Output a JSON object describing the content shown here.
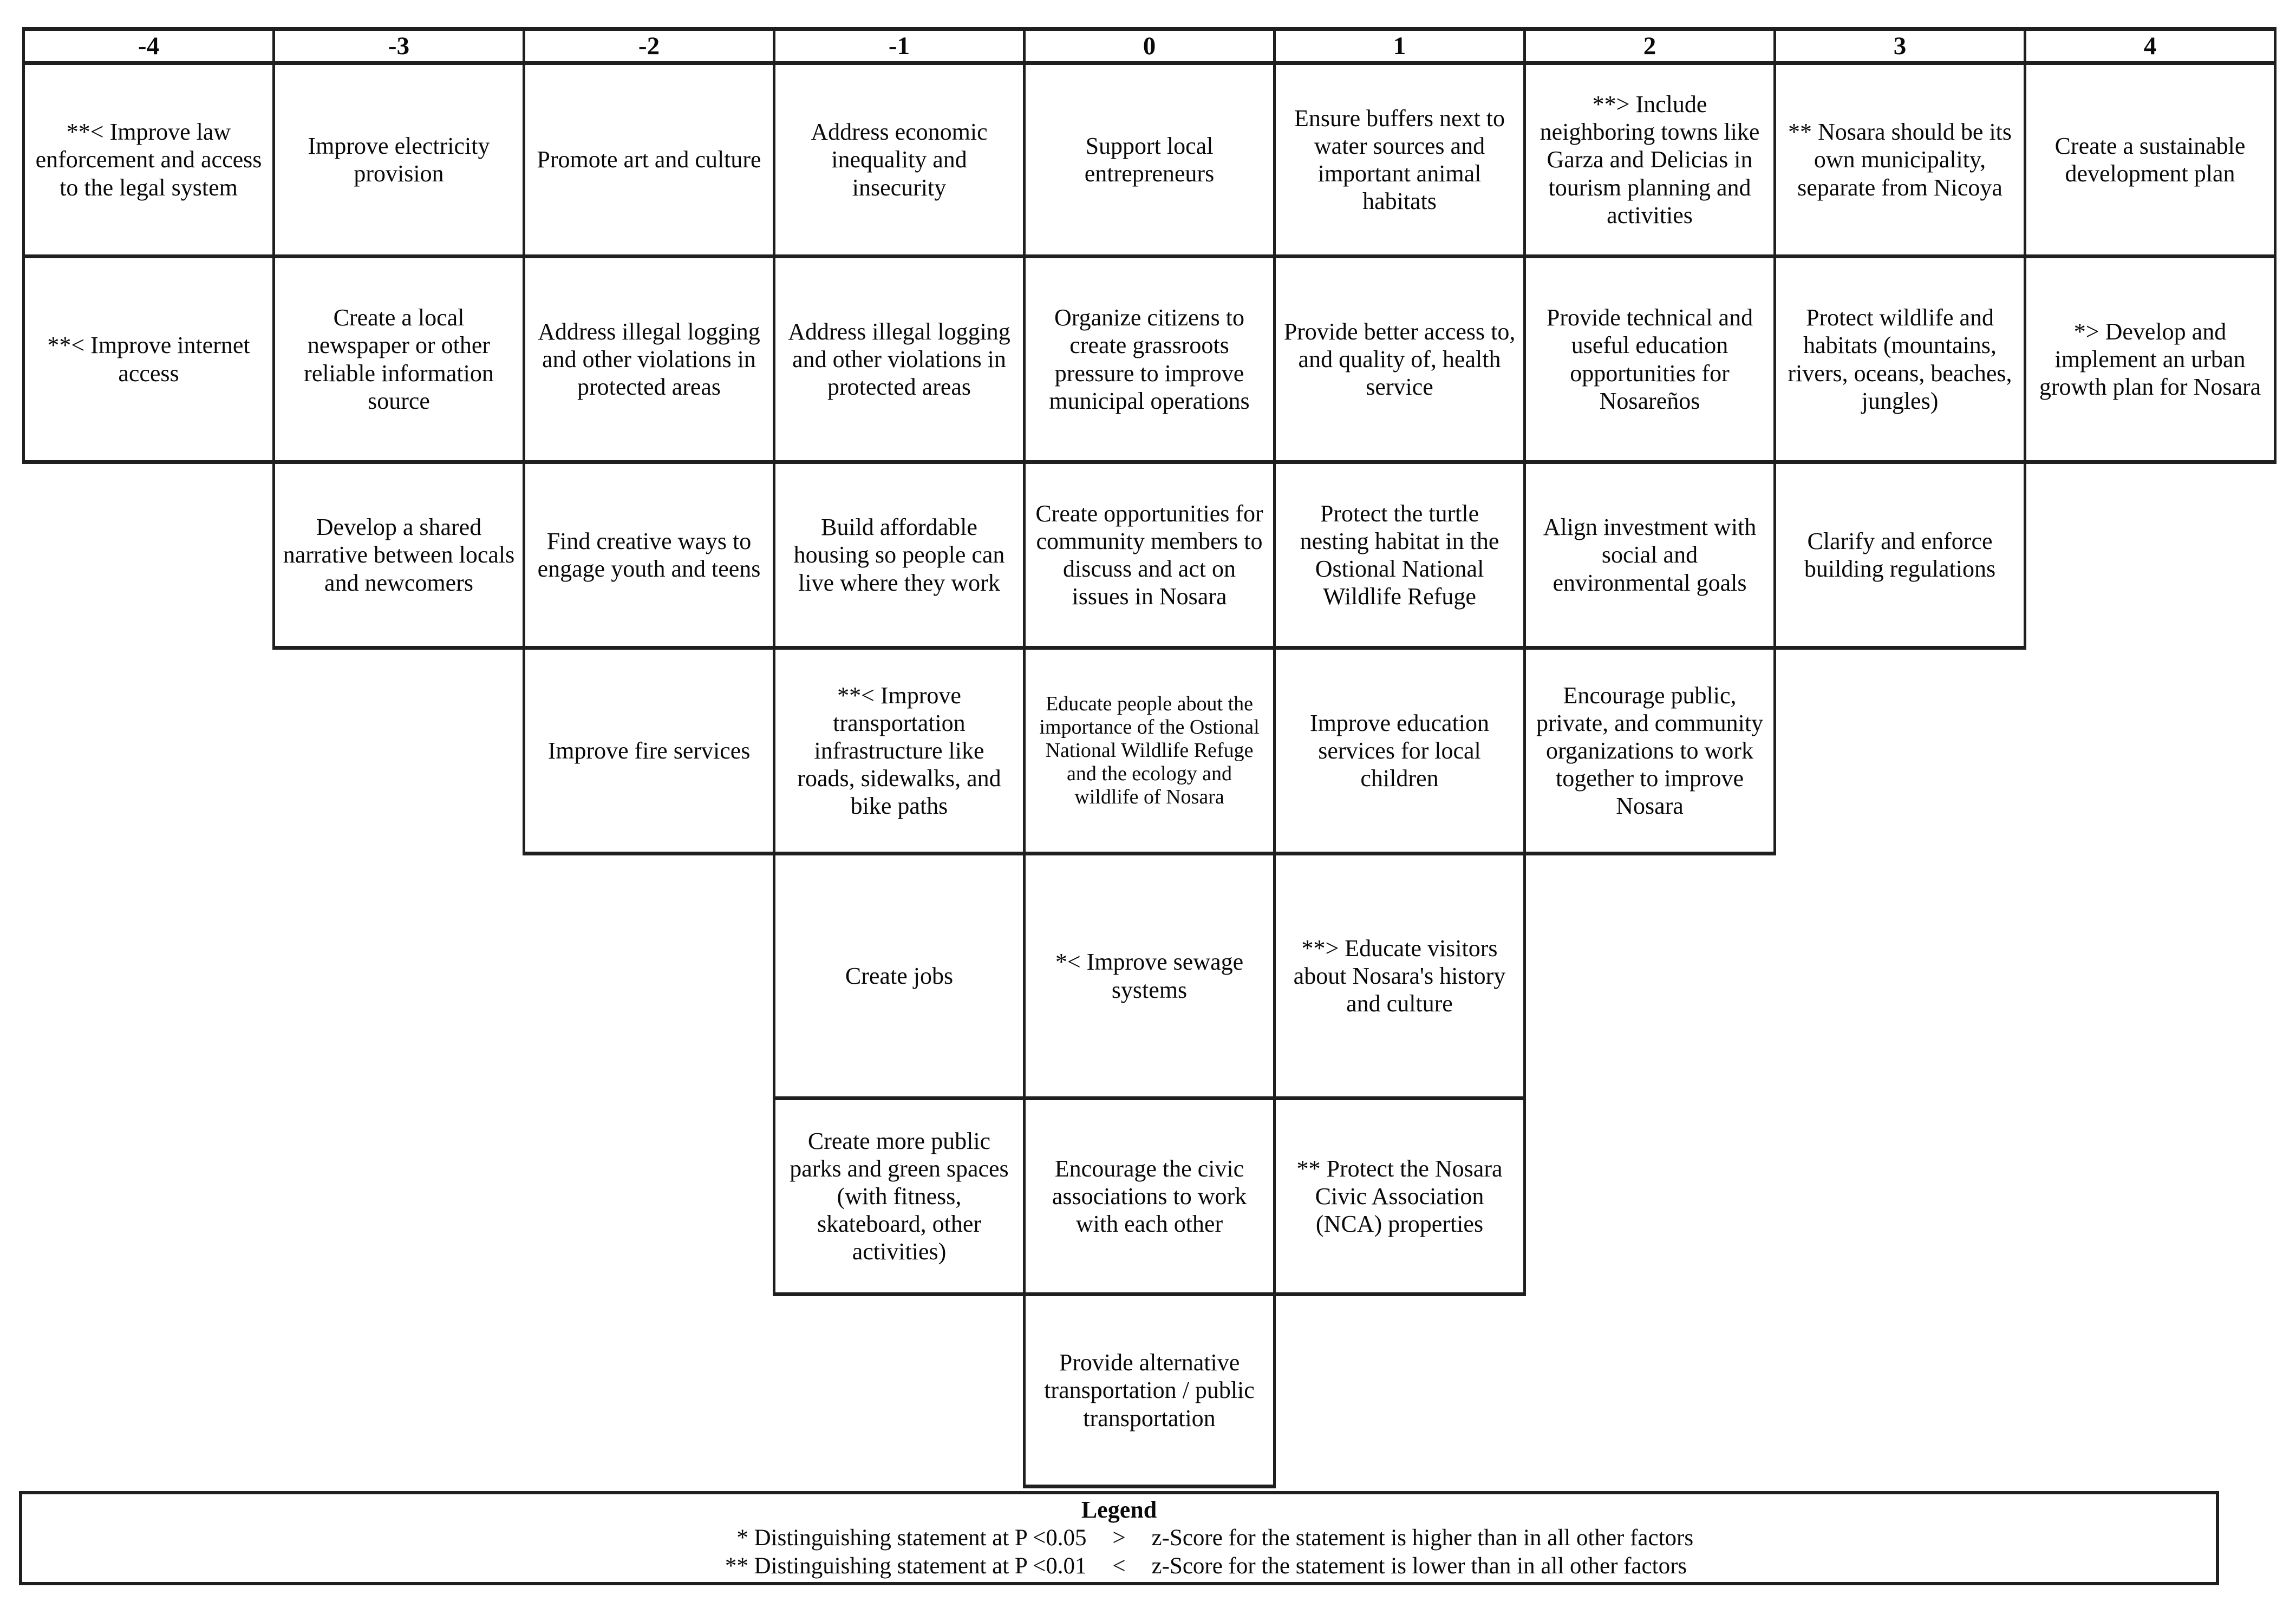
{
  "table": {
    "columns": [
      "-4",
      "-3",
      "-2",
      "-1",
      "0",
      "1",
      "2",
      "3",
      "4"
    ],
    "cells": [
      {
        "row": 1,
        "col": -4,
        "text": "**< Improve law enforcement and access to the legal system"
      },
      {
        "row": 1,
        "col": -3,
        "text": "Improve electricity provision"
      },
      {
        "row": 1,
        "col": -2,
        "text": "Promote art and culture"
      },
      {
        "row": 1,
        "col": -1,
        "text": "Address economic inequality and insecurity"
      },
      {
        "row": 1,
        "col": 0,
        "text": "Support local entrepreneurs"
      },
      {
        "row": 1,
        "col": 1,
        "text": "Ensure buffers next to water sources and important animal habitats"
      },
      {
        "row": 1,
        "col": 2,
        "text": "**> Include neighboring towns like Garza and Delicias in tourism planning and activities"
      },
      {
        "row": 1,
        "col": 3,
        "text": "** Nosara should be its own municipality, separate from Nicoya"
      },
      {
        "row": 1,
        "col": 4,
        "text": "Create a sustainable development plan"
      },
      {
        "row": 2,
        "col": -4,
        "text": "**< Improve internet access"
      },
      {
        "row": 2,
        "col": -3,
        "text": "Create a local newspaper or other reliable information source"
      },
      {
        "row": 2,
        "col": -2,
        "text": "Address illegal logging and other violations in protected areas"
      },
      {
        "row": 2,
        "col": -1,
        "text": "Address illegal logging and other violations in protected areas"
      },
      {
        "row": 2,
        "col": 0,
        "text": "Organize citizens to create grassroots pressure to improve municipal operations"
      },
      {
        "row": 2,
        "col": 1,
        "text": "Provide better access to, and quality of, health service"
      },
      {
        "row": 2,
        "col": 2,
        "text": "Provide technical and useful education opportunities for Nosareños"
      },
      {
        "row": 2,
        "col": 3,
        "text": "Protect wildlife and habitats (mountains, rivers, oceans, beaches, jungles)"
      },
      {
        "row": 2,
        "col": 4,
        "text": "*> Develop and implement an urban growth plan for Nosara"
      },
      {
        "row": 3,
        "col": -3,
        "text": "Develop a shared narrative between locals and newcomers"
      },
      {
        "row": 3,
        "col": -2,
        "text": "Find creative ways to engage youth and teens"
      },
      {
        "row": 3,
        "col": -1,
        "text": "Build affordable housing so people can live where they work"
      },
      {
        "row": 3,
        "col": 0,
        "text": "Create opportunities for community members to discuss and act on issues in Nosara"
      },
      {
        "row": 3,
        "col": 1,
        "text": "Protect the turtle nesting habitat in the Ostional National Wildlife Refuge"
      },
      {
        "row": 3,
        "col": 2,
        "text": "Align investment with social and environmental goals"
      },
      {
        "row": 3,
        "col": 3,
        "text": "Clarify and enforce building regulations"
      },
      {
        "row": 4,
        "col": -2,
        "text": "Improve fire services"
      },
      {
        "row": 4,
        "col": -1,
        "text": "**< Improve transportation infrastructure like roads, sidewalks, and bike paths"
      },
      {
        "row": 4,
        "col": 0,
        "text": "Educate people about the importance of the Ostional National Wildlife Refuge and the ecology and wildlife of Nosara"
      },
      {
        "row": 4,
        "col": 1,
        "text": "Improve education services for local children"
      },
      {
        "row": 4,
        "col": 2,
        "text": "Encourage public, private, and community organizations to work together to improve Nosara"
      },
      {
        "row": 5,
        "col": -1,
        "text": "Create jobs"
      },
      {
        "row": 5,
        "col": 0,
        "text": "*< Improve sewage systems"
      },
      {
        "row": 5,
        "col": 1,
        "text": "**> Educate visitors about Nosara's history and culture"
      },
      {
        "row": 6,
        "col": -1,
        "text": "Create more public parks and green spaces (with fitness, skateboard, other activities)"
      },
      {
        "row": 6,
        "col": 0,
        "text": "Encourage the civic associations to work with each other"
      },
      {
        "row": 6,
        "col": 1,
        "text": "** Protect the Nosara Civic Association (NCA) properties"
      },
      {
        "row": 7,
        "col": 0,
        "text": "Provide alternative transportation / public transportation"
      }
    ]
  },
  "legend": {
    "title": "Legend",
    "lines": [
      {
        "left": "* Distinguishing statement at P <0.05",
        "symbol": ">",
        "right": "z-Score for the statement is higher than in all other factors"
      },
      {
        "left": "** Distinguishing statement at P <0.01",
        "symbol": "<",
        "right": "z-Score for the statement is lower than in all other factors"
      }
    ]
  }
}
